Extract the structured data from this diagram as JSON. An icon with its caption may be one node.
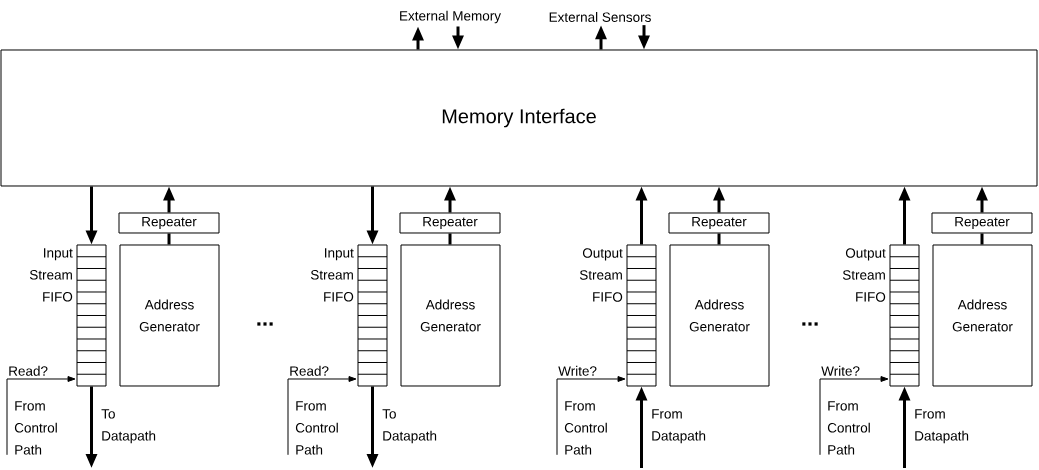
{
  "diagram": {
    "nodes": [
      {
        "text": [
          "Memory Interface"
        ]
      },
      {
        "text": [
          "External Memory"
        ]
      },
      {
        "text": [
          "External Sensors"
        ]
      },
      {
        "text": [
          "Input Stream FIFO"
        ]
      },
      {
        "text": [
          "Repeater"
        ]
      },
      {
        "text": [
          "Address Generator"
        ]
      },
      {
        "text": [
          "From Control Path"
        ]
      },
      {
        "text": [
          "Input Stream FIFO"
        ]
      },
      {
        "text": [
          "Repeater"
        ]
      },
      {
        "text": [
          "Address Generator"
        ]
      },
      {
        "text": [
          "From Control Path"
        ]
      },
      {
        "text": [
          "Output Stream FIFO"
        ]
      },
      {
        "text": [
          "Repeater"
        ]
      },
      {
        "text": [
          "Address Generator"
        ]
      },
      {
        "text": [
          "From Control Path"
        ]
      },
      {
        "text": [
          "Output Stream FIFO"
        ]
      },
      {
        "text": [
          "Repeater"
        ]
      },
      {
        "text": [
          "Address Generator"
        ]
      },
      {
        "text": [
          "From Control Path"
        ]
      }
    ],
    "edges": [
      {
        "from": 0,
        "to": 1,
        "arrow": "to"
      },
      {
        "from": 1,
        "to": 0,
        "arrow": "to"
      },
      {
        "from": 0,
        "to": 2,
        "arrow": "to"
      },
      {
        "from": 2,
        "to": 0,
        "arrow": "to"
      },
      {
        "from": 0,
        "to": 3,
        "arrow": "to"
      },
      {
        "from": 5,
        "to": 4,
        "arrow": "none"
      },
      {
        "from": 4,
        "to": 0,
        "arrow": "to"
      },
      {
        "from": 6,
        "to": 3,
        "arrow": "to",
        "label": "Read?"
      },
      {
        "from": 3,
        "to": null,
        "arrow": "to",
        "label": "To Datapath"
      },
      {
        "from": 0,
        "to": 7,
        "arrow": "to"
      },
      {
        "from": 9,
        "to": 8,
        "arrow": "none"
      },
      {
        "from": 8,
        "to": 0,
        "arrow": "to"
      },
      {
        "from": 10,
        "to": 7,
        "arrow": "to",
        "label": "Read?"
      },
      {
        "from": 7,
        "to": null,
        "arrow": "to",
        "label": "To Datapath"
      },
      {
        "from": 11,
        "to": 0,
        "arrow": "to"
      },
      {
        "from": 13,
        "to": 12,
        "arrow": "none"
      },
      {
        "from": 12,
        "to": 0,
        "arrow": "to"
      },
      {
        "from": 14,
        "to": 11,
        "arrow": "to",
        "label": "Write?"
      },
      {
        "from": null,
        "to": 11,
        "arrow": "to",
        "label": "From Datapath"
      },
      {
        "from": 15,
        "to": 0,
        "arrow": "to"
      },
      {
        "from": 17,
        "to": 16,
        "arrow": "none"
      },
      {
        "from": 16,
        "to": 0,
        "arrow": "to"
      },
      {
        "from": 18,
        "to": 15,
        "arrow": "to",
        "label": "Write?"
      },
      {
        "from": null,
        "to": 15,
        "arrow": "to",
        "label": "From Datapath"
      }
    ],
    "labels": [
      "...",
      "..."
    ]
  }
}
